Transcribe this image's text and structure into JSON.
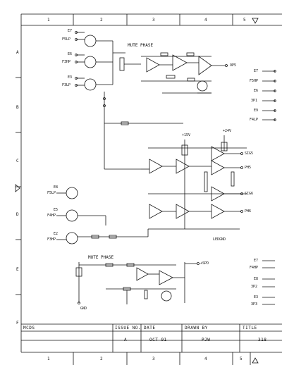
{
  "border": {
    "columns": [
      "1",
      "2",
      "3",
      "4",
      "5"
    ],
    "rows": [
      "A",
      "B",
      "C",
      "D",
      "E",
      "F"
    ]
  },
  "upper_section": {
    "title": "MUTE PHASE",
    "inputs": [
      "E7",
      "F5LP",
      "E6",
      "F3HP",
      "E3",
      "F3LP"
    ],
    "output": "OP5"
  },
  "middle_section": {
    "supply_top": "+15V",
    "supply_right": "+24V",
    "inputs": [
      "E8",
      "F5LP",
      "E5",
      "F4HP",
      "E2",
      "F3HP"
    ],
    "outputs": [
      "SIG5",
      "PH5",
      "SIG6",
      "PH6"
    ],
    "ground_label": "LEDGND"
  },
  "lower_section": {
    "title": "MUTE PHASE",
    "ground_label": "GND",
    "side_labels": [
      "+SPD"
    ]
  },
  "right_edge_labels": {
    "top": [
      "E7",
      "F5HP",
      "E6",
      "3P1",
      "E9",
      "F4LP"
    ],
    "bottom": [
      "E7",
      "F4HP",
      "E8",
      "3P2",
      "E3",
      "3P3"
    ]
  },
  "title_block": {
    "name_label": "MCDS",
    "issue_label": "ISSUE NO.",
    "issue_value": "A",
    "date_label": "DATE",
    "date_value": "OCT 91",
    "drawn_label": "DRAWN BY",
    "drawn_value": "PJW",
    "title_label": "TITLE",
    "title_value": "318"
  }
}
